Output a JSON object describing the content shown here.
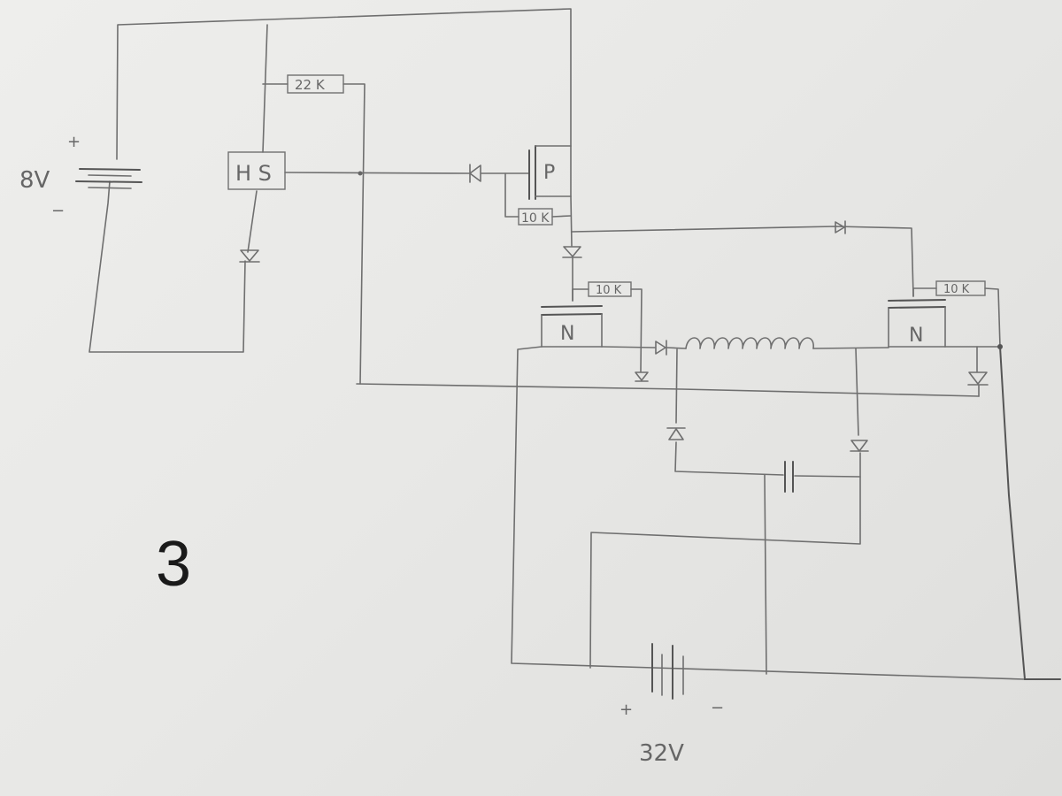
{
  "page_number": "3",
  "battery_low": {
    "voltage": "8V",
    "plus": "+",
    "minus": "−"
  },
  "battery_high": {
    "voltage": "32V",
    "plus": "+",
    "minus": "−"
  },
  "hall_sensor_label": "H S",
  "resistors": {
    "r_top": "22 K",
    "r_gate_p": "10 K",
    "r_gate_n_left": "10 K",
    "r_gate_n_right": "10 K"
  },
  "transistors": {
    "p_channel": "P",
    "n_left": "N",
    "n_right": "N"
  }
}
